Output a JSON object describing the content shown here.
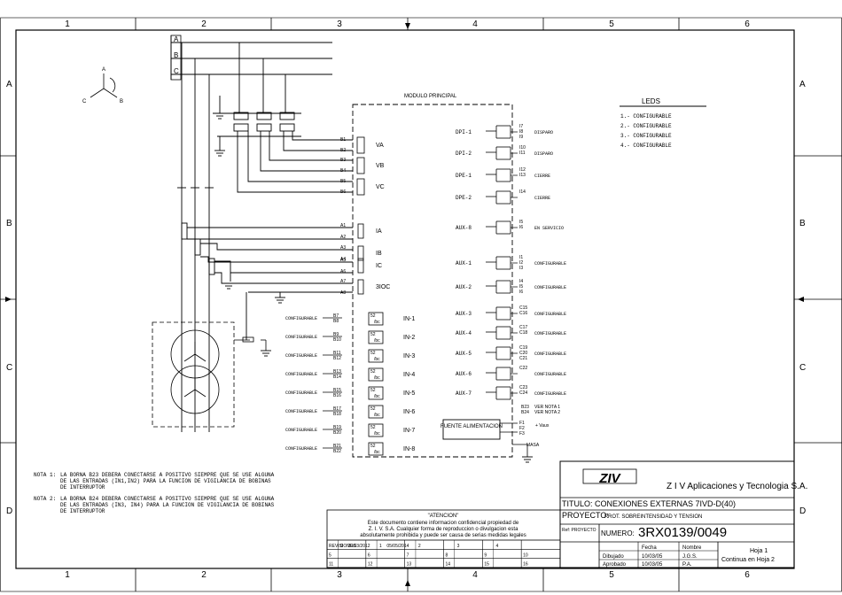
{
  "frame": {
    "columns": [
      "1",
      "2",
      "3",
      "4",
      "5",
      "6"
    ],
    "rows": [
      "A",
      "B",
      "C",
      "D"
    ]
  },
  "phase_bars": [
    "A",
    "B",
    "C"
  ],
  "axes_symbol": {
    "top": "A",
    "left": "C",
    "right": "B"
  },
  "module_title": "MODULO PRINCIPAL",
  "voltage_inputs": [
    {
      "t1": "B1",
      "t2": "B2",
      "label": "VA"
    },
    {
      "t1": "B3",
      "t2": "B4",
      "label": "VB"
    },
    {
      "t1": "B5",
      "t2": "B6",
      "label": "VC"
    }
  ],
  "current_inputs": [
    {
      "t1": "A1",
      "t2": "A2",
      "label": "IA"
    },
    {
      "t1": "A3",
      "t2": "A4",
      "label": "IB"
    },
    {
      "t1": "A5",
      "t2": "A6",
      "label": "IC"
    },
    {
      "t1": "A7",
      "t2": "A8",
      "label": "3IOC"
    }
  ],
  "digital_inputs": [
    {
      "left": "CONFIGURABLE",
      "t1": "B7",
      "t2": "B8",
      "box": "52\n/bc",
      "label": "IN-1"
    },
    {
      "left": "CONFIGURABLE",
      "t1": "B9",
      "t2": "B10",
      "box": "52\n/bc",
      "label": "IN-2"
    },
    {
      "left": "CONFIGURABLE",
      "t1": "B11",
      "t2": "B12",
      "box": "52\n/bc",
      "label": "IN-3"
    },
    {
      "left": "CONFIGURABLE",
      "t1": "B13",
      "t2": "B14",
      "box": "52\n/bc",
      "label": "IN-4"
    },
    {
      "left": "CONFIGURABLE",
      "t1": "B15",
      "t2": "B16",
      "box": "52\n/bc",
      "label": "IN-5"
    },
    {
      "left": "CONFIGURABLE",
      "t1": "B17",
      "t2": "B18",
      "box": "52\n/bc",
      "label": "IN-6"
    },
    {
      "left": "CONFIGURABLE",
      "t1": "B19",
      "t2": "B20",
      "box": "52\n/bc",
      "label": "IN-7"
    },
    {
      "left": "CONFIGURABLE",
      "t1": "B21",
      "t2": "B22",
      "box": "52\n/bc",
      "label": "IN-8"
    }
  ],
  "outputs": [
    {
      "label": "DPI-1",
      "terms": [
        "I7",
        "I8",
        "I9"
      ],
      "desc": "DISPARO"
    },
    {
      "label": "DPI-2",
      "terms": [
        "I10",
        "I11"
      ],
      "desc": "DISPARO"
    },
    {
      "label": "DPE-1",
      "terms": [
        "I12",
        "I13"
      ],
      "desc": "CIERRE"
    },
    {
      "label": "DPE-2",
      "terms": [
        "I14"
      ],
      "desc": "CIERRE"
    },
    {
      "label": "AUX-8",
      "terms": [
        "I5",
        "I6"
      ],
      "desc": "EN SERVICIO"
    },
    {
      "label": "AUX-1",
      "terms": [
        "I1",
        "I2",
        "I3"
      ],
      "desc": "CONFIGURABLE"
    },
    {
      "label": "AUX-2",
      "terms": [
        "I4",
        "I5",
        "I6"
      ],
      "desc": "CONFIGURABLE"
    },
    {
      "label": "AUX-3",
      "terms": [
        "C15",
        "C16"
      ],
      "desc": "CONFIGURABLE"
    },
    {
      "label": "AUX-4",
      "terms": [
        "C17",
        "C18"
      ],
      "desc": "CONFIGURABLE"
    },
    {
      "label": "AUX-5",
      "terms": [
        "C19",
        "C20",
        "C21"
      ],
      "desc": "CONFIGURABLE"
    },
    {
      "label": "AUX-6",
      "terms": [
        "C22"
      ],
      "desc": "CONFIGURABLE"
    },
    {
      "label": "AUX-7",
      "terms": [
        "C23",
        "C24"
      ],
      "desc": "CONFIGURABLE"
    }
  ],
  "terminal_notes": {
    "b23": "B23",
    "b24": "B24",
    "note1": "VER NOTA 1",
    "note2": "VER NOTA 2"
  },
  "power_supply": {
    "label": "FUENTE ALIMENTACION",
    "terms": [
      "F1",
      "F2",
      "F3"
    ],
    "vaux": "+ Vaux",
    "ground": "MASA"
  },
  "leds": {
    "title": "LEDS",
    "items": [
      "1.- CONFIGURABLE",
      "2.- CONFIGURABLE",
      "3.- CONFIGURABLE",
      "4.- CONFIGURABLE"
    ]
  },
  "notes": [
    {
      "label": "NOTA 1:",
      "lines": [
        "LA BORNA B23 DEBERA CONECTARSE A POSITIVO SIEMPRE QUE SE USE ALGUNA",
        "DE LAS ENTRADAS (IN1,IN2) PARA LA FUNCION DE VIGILANCIA DE BOBINAS",
        "DE INTERRUPTOR"
      ]
    },
    {
      "label": "NOTA 2:",
      "lines": [
        "LA BORNA B24 DEBERA CONECTARSE A POSITIVO SIEMPRE QUE SE USE ALGUNA",
        "DE LAS ENTRADAS (IN3, IN4) PARA LA FUNCION DE VIGILANCIA DE BOBINAS",
        "DE INTERRUPTOR"
      ]
    }
  ],
  "attention": {
    "title": "\"ATENCION\"",
    "lines": [
      "Este documento contiene informacion confidencial propiedad de",
      "Z. I. V. S.A. Cualquier forma de reproduccion o divulgacion esta",
      "absolutamente prohibida y puede ser causa de serias medidas legales"
    ]
  },
  "revisions": {
    "row1": [
      "REVISIONES",
      "0",
      "20/03/2012",
      "1",
      "05/05/2014",
      "2",
      "",
      "3",
      "",
      "4",
      ""
    ],
    "row2": [
      "5",
      "",
      "6",
      "",
      "7",
      "",
      "8",
      "",
      "9",
      "",
      "10",
      ""
    ],
    "row3": [
      "11",
      "",
      "12",
      "",
      "13",
      "",
      "14",
      "",
      "15",
      "",
      "16",
      ""
    ]
  },
  "title_block": {
    "logo": "ZIV",
    "company": "Z I V  Aplicaciones y Tecnologia S.A.",
    "titulo_label": "TITULO:",
    "titulo": "CONEXIONES EXTERNAS 7IVD-D(40)",
    "proyecto_label": "PROYECTO:",
    "proyecto": "PROT. SOBREINTENSIDAD Y TENSION",
    "ref_label": "Ref: PROYECTO",
    "numero_label": "NUMERO:",
    "numero": "3RX0139/0049",
    "fecha_head": "Fecha",
    "nombre_head": "Nombre",
    "dibujado_label": "Dibujado",
    "dibujado_fecha": "10/03/05",
    "dibujado_nombre": "J.G.S.",
    "aprobado_label": "Aprobado",
    "aprobado_fecha": "10/03/05",
    "aprobado_nombre": "P.A.",
    "hoja": "Hoja 1",
    "continua": "Continua en Hoja 2"
  }
}
